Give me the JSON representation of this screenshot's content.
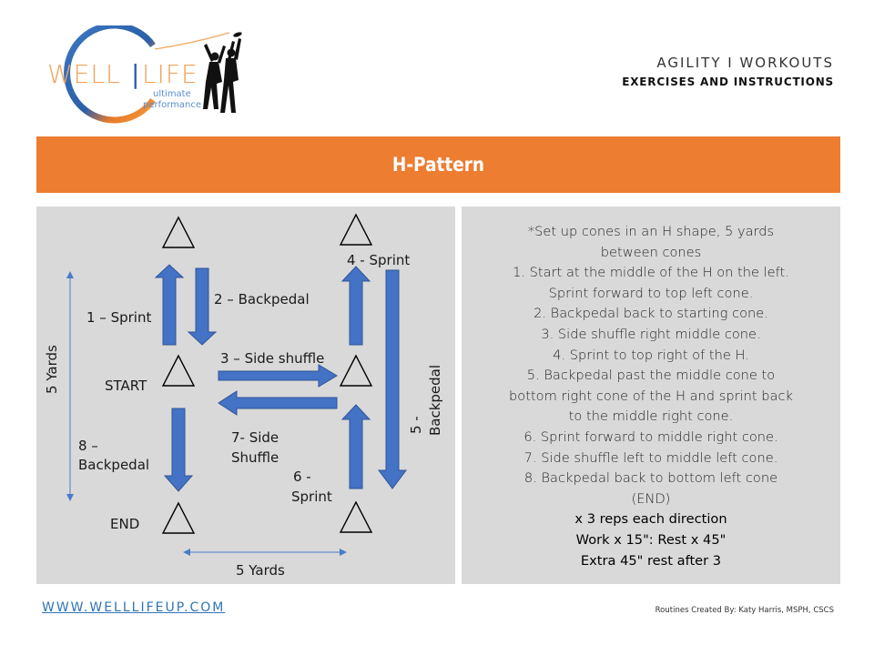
{
  "logo": {
    "brand_left": "WELL",
    "brand_right": "LIFE",
    "tagline_1": "ultimate",
    "tagline_2": "performance"
  },
  "header": {
    "category": "AGILITY I WORKOUTS",
    "subtitle": "EXERCISES AND INSTRUCTIONS"
  },
  "banner": {
    "title": "H-Pattern"
  },
  "diagram": {
    "labels": {
      "sprint1": "1 – Sprint",
      "backpedal2": "2 – Backpedal",
      "shuffle3": "3 – Side shuffle",
      "sprint4": "4 - Sprint",
      "backpedal5_a": "5 -",
      "backpedal5_b": "Backpedal",
      "sprint6_a": "6 -",
      "sprint6_b": "Sprint",
      "shuffle7_a": "7- Side",
      "shuffle7_b": "Shuffle",
      "backpedal8_a": "8 –",
      "backpedal8_b": "Backpedal",
      "start": "START",
      "end": "END",
      "vertical_distance": "5 Yards",
      "horizontal_distance": "5 Yards"
    },
    "colors": {
      "arrow_fill": "#4472c4",
      "arrow_stroke": "#2f5597",
      "cone": "#000000"
    }
  },
  "instructions": {
    "lines": [
      "*Set up cones in an H shape, 5 yards",
      "between cones",
      "1. Start at the middle of the H on the left.",
      "Sprint forward to top left cone.",
      "2. Backpedal back to starting cone.",
      "3. Side shuffle right middle cone.",
      "4. Sprint to  top right of the H.",
      "5. Backpedal past the middle cone to",
      "bottom right cone of the H and sprint back",
      "to the middle right cone.",
      "6. Sprint forward to middle right cone.",
      "7. Side shuffle left to middle left cone.",
      "8. Backpedal back to bottom left cone",
      "(END)"
    ],
    "summary": [
      "x 3 reps each direction",
      "Work x 15\": Rest x 45\"",
      "Extra 45\" rest after 3"
    ]
  },
  "footer": {
    "url": "WWW.WELLLIFEUP.COM",
    "credit": "Routines Created By: Katy Harris, MSPH, CSCS"
  }
}
